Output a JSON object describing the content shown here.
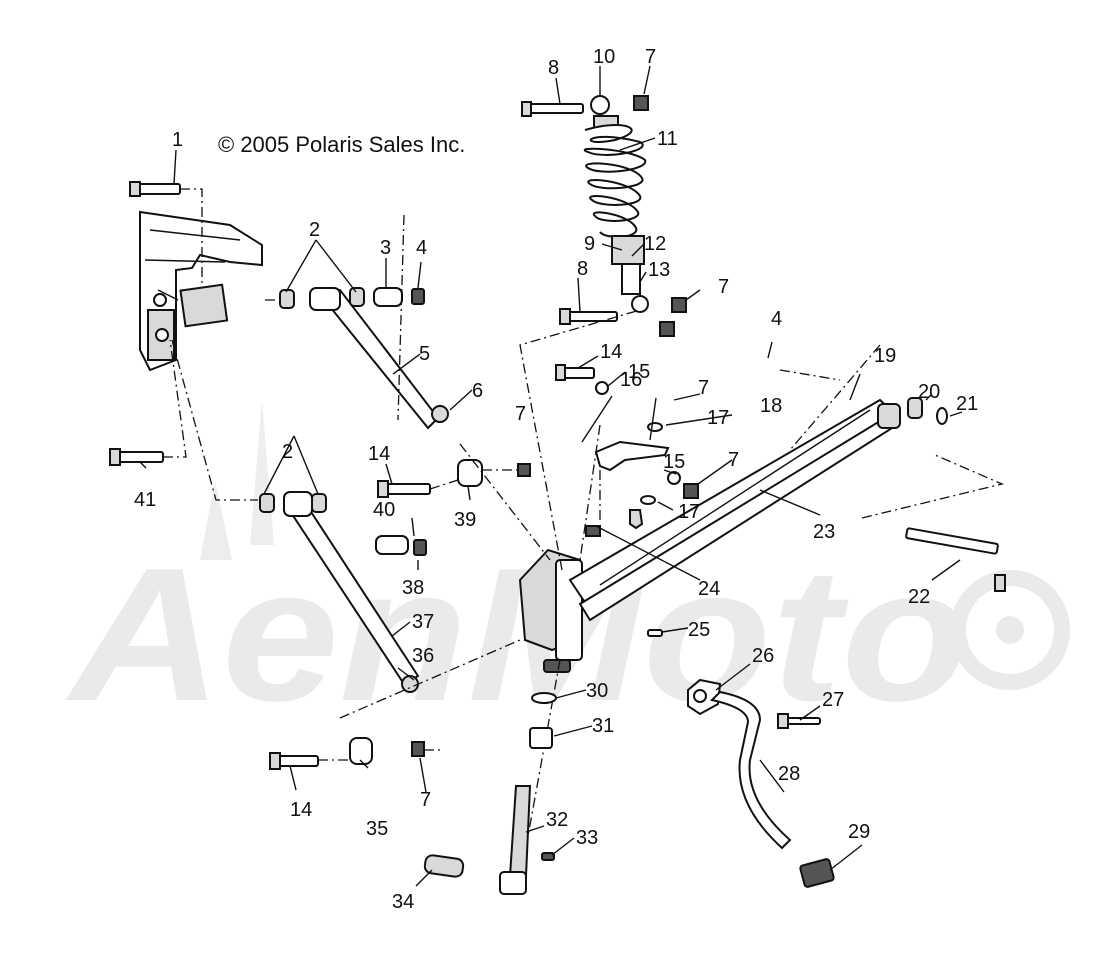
{
  "diagram": {
    "copyright": "© 2005 Polaris Sales Inc.",
    "watermark": "AenMoto",
    "callouts": [
      "1",
      "2",
      "3",
      "4",
      "5",
      "6",
      "7",
      "8",
      "9",
      "10",
      "11",
      "12",
      "13",
      "14",
      "15",
      "16",
      "17",
      "18",
      "19",
      "20",
      "21",
      "22",
      "23",
      "24",
      "25",
      "26",
      "27",
      "28",
      "29",
      "30",
      "31",
      "32",
      "33",
      "34",
      "35",
      "36",
      "37",
      "38",
      "39",
      "40",
      "41"
    ]
  },
  "colors": {
    "ink": "#111111",
    "watermark": "#e6e6e6",
    "part_fill": "#d9d9d9"
  }
}
